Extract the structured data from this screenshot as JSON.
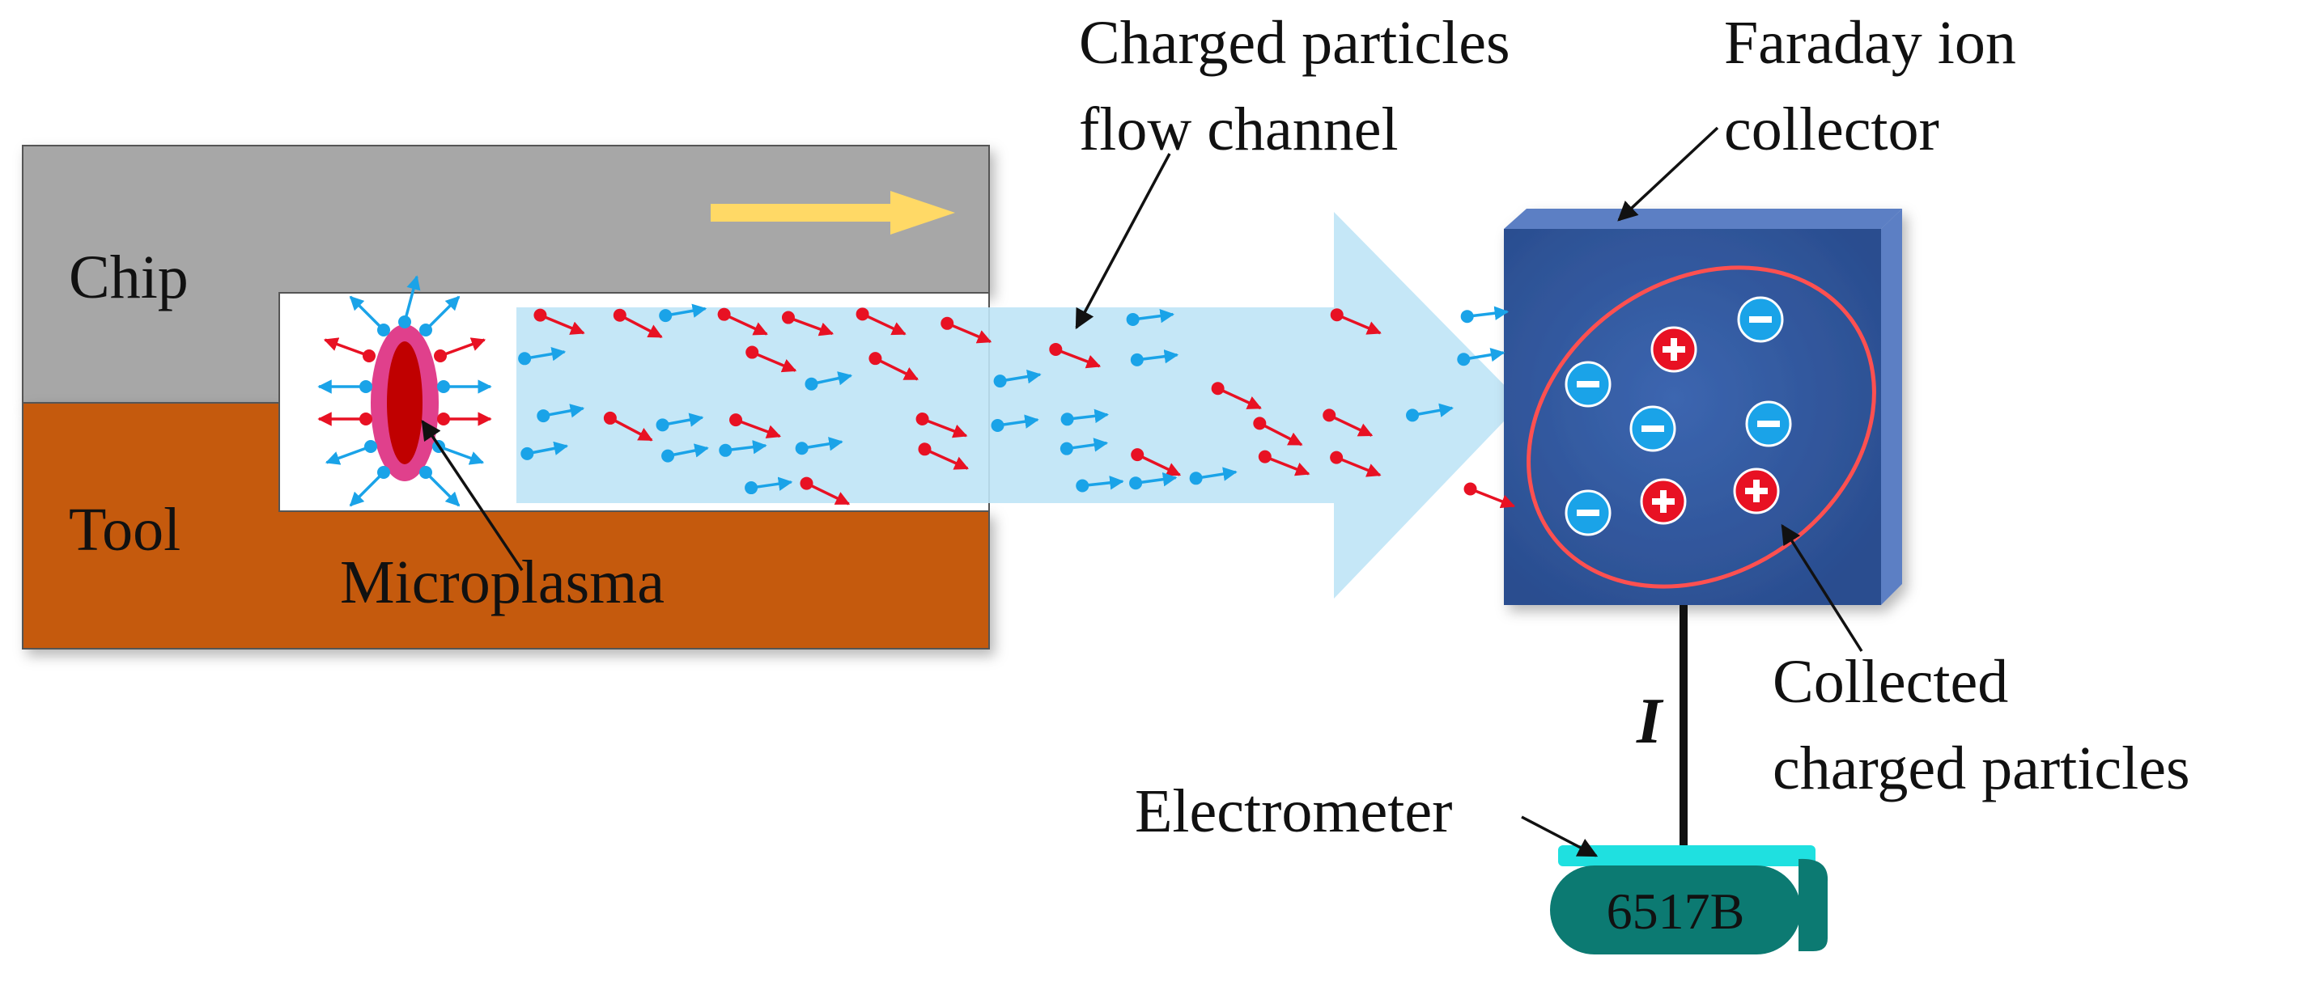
{
  "labels": {
    "chip": "Chip",
    "tool": "Tool",
    "microplasma": "Microplasma",
    "channel_line1": "Charged particles",
    "channel_line2": "flow channel",
    "collector_line1": "Faraday ion",
    "collector_line2": "collector",
    "collected_line1": "Collected",
    "collected_line2": "charged particles",
    "current": "I",
    "electrometer": "Electrometer",
    "electrometer_model": "6517B"
  },
  "colors": {
    "chip": "#a7a7a7",
    "tool": "#c55a11",
    "microplasma_outer": "#e0408c",
    "microplasma_inner": "#c00000",
    "channel": "#bfe4f6",
    "flow_arrow": "#ffd966",
    "collector_front": "#2f5597",
    "collector_edge": "#5b7fc4",
    "collected_ring": "#ff5050",
    "positive_particle": "#e81123",
    "negative_particle": "#1aa3e8",
    "electrometer_body": "#0c7a72",
    "electrometer_top": "#1fe0e0"
  },
  "icons": {
    "positive_charge": "plus-sign-circle-icon",
    "negative_charge": "minus-sign-circle-icon",
    "chip_motion": "right-arrow-icon"
  }
}
